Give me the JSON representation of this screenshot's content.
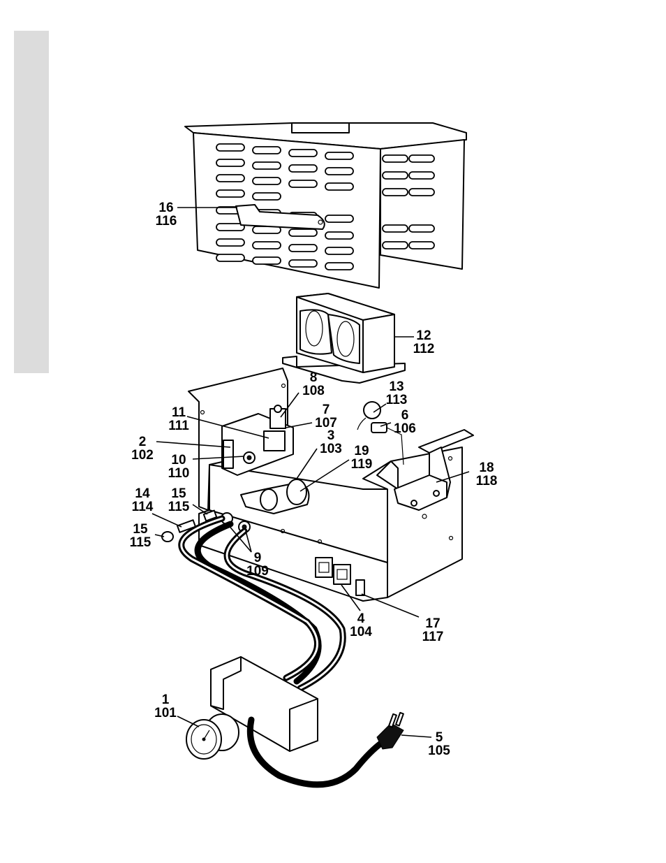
{
  "callouts": [
    {
      "id": "c16",
      "top": "16",
      "bottom": "116"
    },
    {
      "id": "c12",
      "top": "12",
      "bottom": "112"
    },
    {
      "id": "c8",
      "top": "8",
      "bottom": "108"
    },
    {
      "id": "c13",
      "top": "13",
      "bottom": "113"
    },
    {
      "id": "c11",
      "top": "11",
      "bottom": "111"
    },
    {
      "id": "c7",
      "top": "7",
      "bottom": "107"
    },
    {
      "id": "c6",
      "top": "6",
      "bottom": "106"
    },
    {
      "id": "c2",
      "top": "2",
      "bottom": "102"
    },
    {
      "id": "c3",
      "top": "3",
      "bottom": "103"
    },
    {
      "id": "c19",
      "top": "19",
      "bottom": "119"
    },
    {
      "id": "c10",
      "top": "10",
      "bottom": "110"
    },
    {
      "id": "c18",
      "top": "18",
      "bottom": "118"
    },
    {
      "id": "c14",
      "top": "14",
      "bottom": "114"
    },
    {
      "id": "c15a",
      "top": "15",
      "bottom": "115"
    },
    {
      "id": "c15b",
      "top": "15",
      "bottom": "115"
    },
    {
      "id": "c9",
      "top": "9",
      "bottom": "109"
    },
    {
      "id": "c4",
      "top": "4",
      "bottom": "104"
    },
    {
      "id": "c17",
      "top": "17",
      "bottom": "117"
    },
    {
      "id": "c1",
      "top": "1",
      "bottom": "101"
    },
    {
      "id": "c5",
      "top": "5",
      "bottom": "105"
    }
  ]
}
